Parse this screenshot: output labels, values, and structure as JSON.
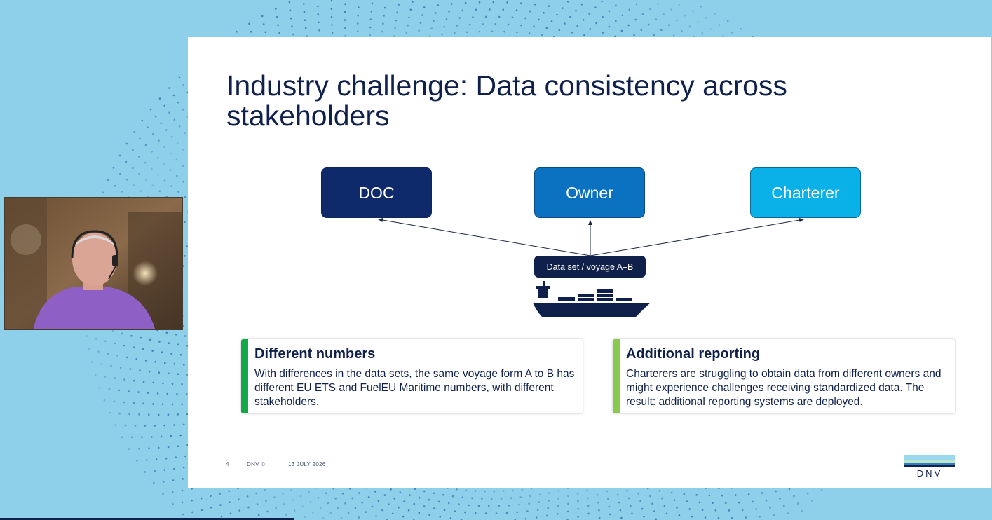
{
  "slide": {
    "title_line1": "Industry challenge: Data consistency across",
    "title_line2": "stakeholders",
    "nodes": {
      "doc": "DOC",
      "owner": "Owner",
      "charterer": "Charterer"
    },
    "dataset_label": "Data set / voyage A–B",
    "cards": [
      {
        "heading": "Different numbers",
        "body": "With differences in the data sets, the same voyage form A to B has different EU ETS and FuelEU Maritime numbers, with different stakeholders.",
        "accent": "#12a84a"
      },
      {
        "heading": "Additional reporting",
        "body": "Charterers are struggling to obtain data from different owners and might experience challenges receiving standardized data. The result: additional reporting systems are deployed.",
        "accent": "#8bc850"
      }
    ],
    "footer": {
      "page": "4",
      "brand": "DNV ©",
      "date": "13 JULY 2026"
    },
    "logo_text": "DNV"
  },
  "colors": {
    "navy": "#0f204b",
    "doc": "#0f2a6b",
    "owner": "#0b72c2",
    "charterer": "#0ab0e8",
    "background": "#8ecfe9"
  },
  "icons": {
    "ship": "container-ship-icon",
    "logo": "dnv-logo"
  }
}
